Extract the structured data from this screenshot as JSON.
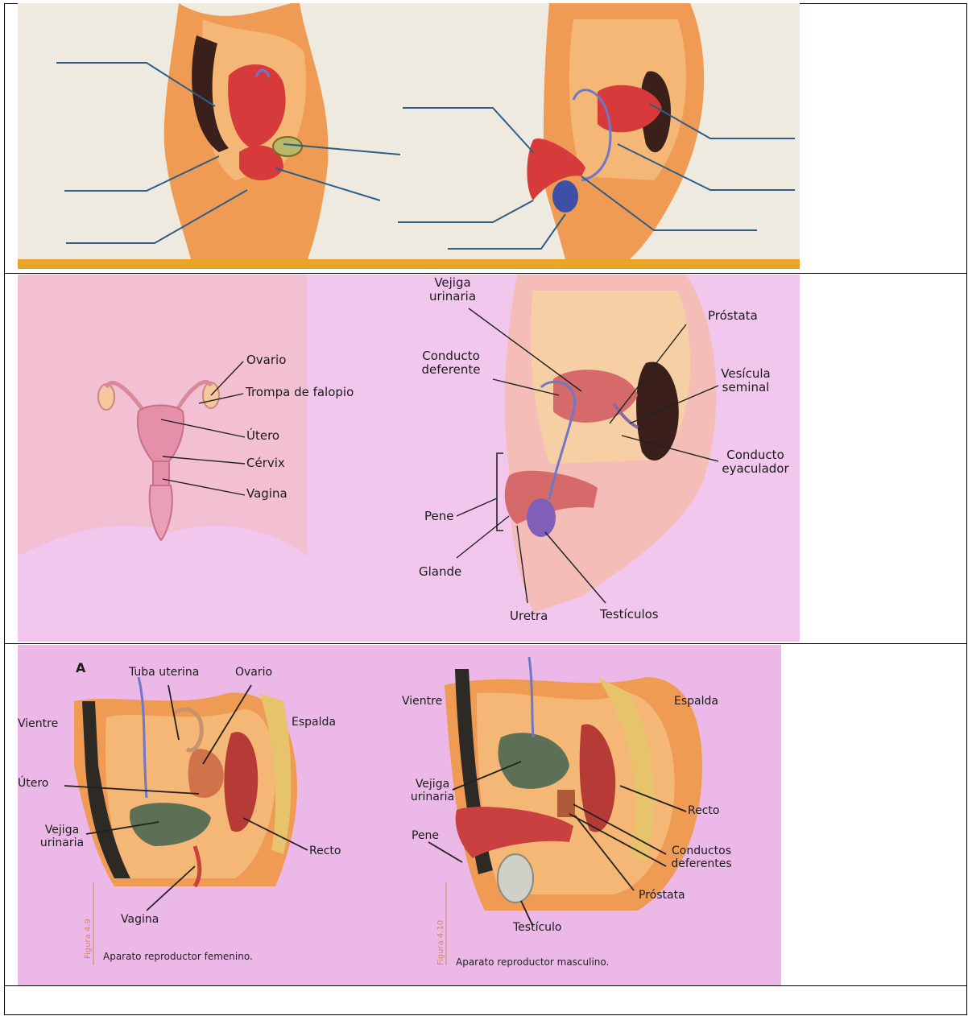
{
  "colors": {
    "panel1_bg": "#efeadf",
    "panel1_border": "#e9a528",
    "panel2_bg": "#f2c7ee",
    "panel3_bg": "#ecb8e8",
    "skin": "#ef9b54",
    "organ_red": "#d63a3a",
    "organ_dark": "#3a1f1b",
    "vas_blue": "#6f77c9",
    "bladder_green": "#6f8a62",
    "bone": "#e7c36b",
    "caption_orange": "#d08a5a"
  },
  "panel2": {
    "female": {
      "labels": [
        "Ovario",
        "Trompa de falopio",
        "Útero",
        "Cérvix",
        "Vagina"
      ]
    },
    "male": {
      "vejiga": "Vejiga\nurinaria",
      "prostata": "Próstata",
      "conducto_deferente": "Conducto\ndeferente",
      "vesicula": "Vesícula\nseminal",
      "conducto_eyaculador": "Conducto\neyaculador",
      "pene": "Pene",
      "glande": "Glande",
      "uretra": "Uretra",
      "testiculos": "Testículos"
    }
  },
  "panel3": {
    "female": {
      "marker": "A",
      "tuba": "Tuba uterina",
      "ovario": "Ovario",
      "vientre": "Vientre",
      "espalda": "Espalda",
      "utero": "Útero",
      "vejiga": "Vejiga\nurinaria",
      "recto": "Recto",
      "vagina": "Vagina",
      "figure_number": "Figura 4.9",
      "caption": "Aparato reproductor femenino."
    },
    "male": {
      "vientre": "Vientre",
      "espalda": "Espalda",
      "vejiga": "Vejiga\nurinaria",
      "recto": "Recto",
      "pene": "Pene",
      "conductos": "Conductos\ndeferentes",
      "prostata": "Próstata",
      "testiculo": "Testículo",
      "figure_number": "Figura 4.10",
      "caption": "Aparato reproductor masculino."
    }
  }
}
